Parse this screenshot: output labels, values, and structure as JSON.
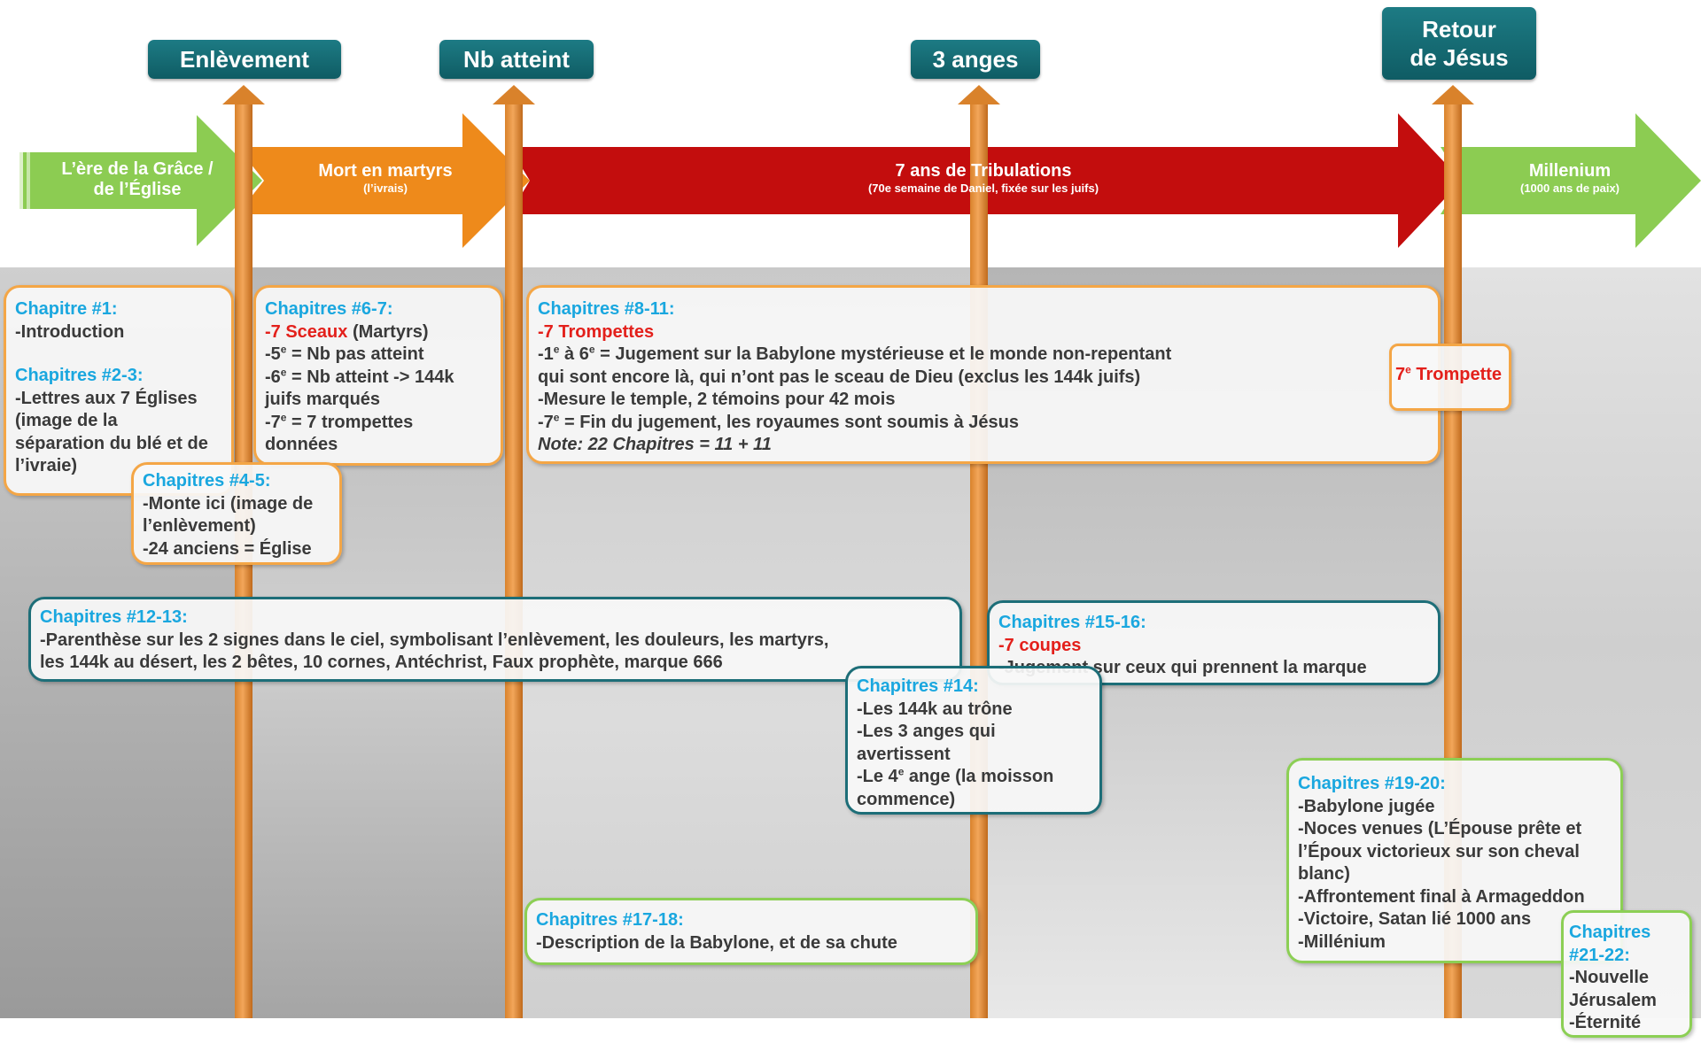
{
  "milestones": {
    "m1": "Enlèvement",
    "m2": "Nb atteint",
    "m3": "3 anges",
    "m4_line1": "Retour",
    "m4_line2": "de Jésus"
  },
  "eras": {
    "grace_line1": "L’ère de la Grâce /",
    "grace_line2": "de l’Église",
    "martyrs_title": "Mort en martyrs",
    "martyrs_sub": "(l’ivrais)",
    "trib_title": "7 ans de Tribulations",
    "trib_sub": "(70e semaine de Daniel, fixée sur les juifs)",
    "mill_title": "Millenium",
    "mill_sub": "(1000 ans de paix)"
  },
  "boxes": {
    "ch1": {
      "title": "Chapitre #1:",
      "l1": "-Introduction"
    },
    "ch23": {
      "title": "Chapitres #2-3:",
      "l1": "-Lettres aux 7 Églises",
      "l2": "(image de la",
      "l3": "séparation du blé et de",
      "l4": "l’ivraie)"
    },
    "ch45": {
      "title": "Chapitres #4-5:",
      "l1": "-Monte ici (image de",
      "l2": "l’enlèvement)",
      "l3": "-24 anciens = Église"
    },
    "ch67": {
      "title": "Chapitres #6-7:",
      "l1_red": "-7 Sceaux",
      "l1_rest": " (Martyrs)",
      "l2a": "-5",
      "l2sup": "e",
      "l2b": " = Nb pas atteint",
      "l3a": "-6",
      "l3sup": "e",
      "l3b": " = Nb atteint -> 144k",
      "l4": "juifs marqués",
      "l5a": "-7",
      "l5sup": "e",
      "l5b": " = 7 trompettes",
      "l6": "données"
    },
    "ch811": {
      "title": "Chapitres #8-11:",
      "l1_red": "-7 Trompettes",
      "l2a": "-1",
      "l2sup1": "e",
      "l2b": " à 6",
      "l2sup2": "e",
      "l2c": " = Jugement sur la Babylone mystérieuse et le monde non-repentant",
      "l3": "qui sont encore là, qui n’ont pas le sceau de Dieu (exclus les 144k juifs)",
      "l4": "-Mesure le temple, 2 témoins pour 42 mois",
      "l5a": "-7",
      "l5sup": "e",
      "l5b": " = Fin du jugement, les royaumes sont soumis à Jésus",
      "l6": "Note: 22 Chapitres = 11 + 11"
    },
    "t7": {
      "a": "7",
      "sup": "e",
      "b": " Trompette"
    },
    "ch1213": {
      "title": "Chapitres #12-13:",
      "l1": "-Parenthèse sur les 2 signes dans le ciel, symbolisant l’enlèvement, les douleurs, les martyrs,",
      "l2": "les 144k au désert, les 2 bêtes, 10 cornes, Antéchrist, Faux prophète, marque 666"
    },
    "ch14": {
      "title": "Chapitres #14:",
      "l1": "-Les 144k au trône",
      "l2": "-Les 3 anges qui",
      "l3": "avertissent",
      "l4a": "-Le 4",
      "l4sup": "e",
      "l4b": " ange (la moisson",
      "l5": "commence)"
    },
    "ch1516": {
      "title": "Chapitres #15-16:",
      "l1_red": "-7 coupes",
      "l2": "-Jugement sur ceux qui prennent la marque"
    },
    "ch1718": {
      "title": "Chapitres #17-18:",
      "l1": "-Description de la Babylone, et de sa chute"
    },
    "ch1920": {
      "title": "Chapitres #19-20:",
      "l1": "-Babylone jugée",
      "l2": "-Noces venues (L’Épouse prête et",
      "l3": "l’Époux victorieux sur son cheval",
      "l4": "blanc)",
      "l5": "-Affrontement final à Armageddon",
      "l6": "-Victoire, Satan lié 1000 ans",
      "l7": "-Millénium"
    },
    "ch2122": {
      "title1": "Chapitres",
      "title2": "#21-22:",
      "l1": "-Nouvelle",
      "l2": "Jérusalem",
      "l3": "-Éternité"
    }
  }
}
